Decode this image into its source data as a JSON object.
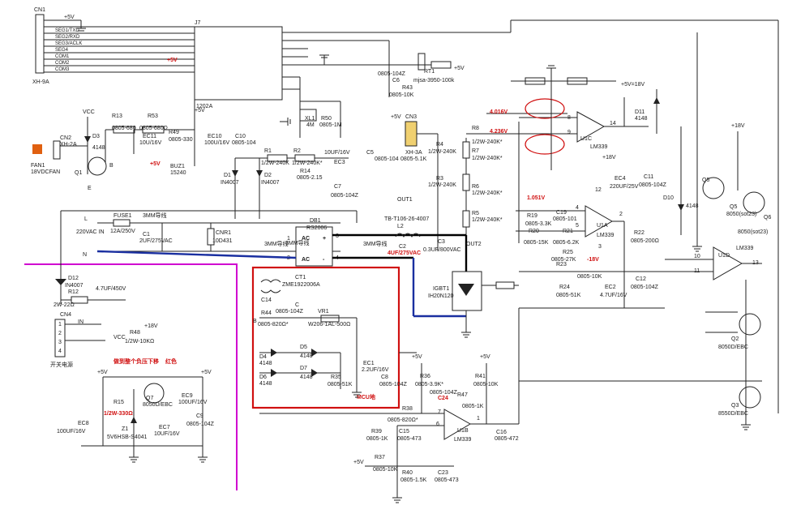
{
  "colors": {
    "wire": "#222222",
    "bus": "#1a2fa0",
    "annotation": "#d01010",
    "boundary": "#d000d0",
    "highlight_box": "#d01010"
  },
  "connectors": {
    "cn1": {
      "ref": "CN1",
      "part": "XH-9A",
      "supply": "+5V",
      "pins": [
        "SEG1/TXD",
        "SEG2/RXD",
        "SEG3/ACLK",
        "SEG4",
        "COM1",
        "COM2",
        "COM3"
      ]
    },
    "cn2": {
      "ref": "CN2",
      "part": "XH-2A"
    },
    "cn3": {
      "ref": "CN3",
      "part": "XH-3A",
      "supply": "+5V"
    },
    "cn4": {
      "ref": "CN4",
      "part": "开关电源",
      "pin_in": "IN"
    }
  },
  "chips": {
    "j7": {
      "ref": "J7",
      "part": "1202A"
    },
    "u1c": {
      "ref": "U1C",
      "part": "LM339"
    },
    "u1a": {
      "ref": "U1A",
      "part": "LM339"
    },
    "u1b": {
      "ref": "U1B",
      "part": "LM339"
    },
    "u1d": {
      "ref": "U1D",
      "part": "LM339"
    },
    "db1": {
      "ref": "DB1",
      "part": "RS2006"
    }
  },
  "labels": {
    "vcc": "VCC",
    "p5v": "+5V",
    "p18v": "+18V",
    "m18v": "-18V",
    "d3": "D3",
    "d3v": "4148",
    "q1": "Q1",
    "q1b": "B",
    "q1e": "E",
    "r13": "R13",
    "r53": "R53",
    "r13v": "0805-680",
    "r53v": "0805-680Ω",
    "r49": "R49",
    "r49v": "0805-330",
    "ec11": "EC11",
    "ec11v": "10U/16V",
    "buz1": "BUZ1",
    "buz1v": "15240",
    "ec10": "EC10",
    "ec10v": "100U/16V",
    "c10": "C10",
    "c10v": "0805-104",
    "fan1": "FAN1",
    "fan1v": "18VDCFAN",
    "d1": "D1",
    "d2": "D2",
    "in4007": "IN4007",
    "r1": "R1",
    "r2": "R2",
    "r1v": "1/2W-240K",
    "r2v": "1/2W-240K*",
    "r14": "R14",
    "r14v": "0805-2.15",
    "ec3": "EC3",
    "ec3v": "10UF/16V",
    "c7": "C7",
    "c7v": "0805-104Z",
    "xl1": "XL1",
    "xl1v": "4M",
    "r50": "R50",
    "r50v": "0805-1M",
    "c6": "C6",
    "c6v": "0805-104Z",
    "r43": "R43",
    "r43v": "0805-10K",
    "rt1": "RT1",
    "rt1v": "mjsa-3950-100k",
    "c5": "C5",
    "c5v": "0805-104",
    "r52v": "0805-5.1K",
    "r4": "R4",
    "r3": "R3",
    "r6": "R6",
    "r7": "R7",
    "r5": "R5",
    "r8": "R8",
    "r240k": "1/2W-240K",
    "r240ks": "1/2W-240K*",
    "v4016": "4.016V",
    "v4236": "4.236V",
    "v1051": "1.051V",
    "d11": "D11",
    "d11v": "4148",
    "c11": "C11",
    "c11v": "0805-104Z",
    "ec4": "EC4",
    "ec4v": "220UF/25V",
    "r19": "R19",
    "r19v": "0805-3.3K",
    "c19": "C19",
    "c19v": "0805-101",
    "r20": "R20",
    "r20v": "0805-15K",
    "r21": "R21",
    "r21v": "0805-6.2K",
    "r22": "R22",
    "r22v": "0805-200Ω",
    "r25": "R25",
    "r25v": "0805-27K",
    "r23": "R23",
    "r23v": "0805-10K",
    "r24": "R24",
    "r24v": "0805-51K",
    "ec2": "EC2",
    "ec2v": "4.7UF/16V",
    "c12": "C12",
    "c12v": "0805-104Z",
    "d10": "D10",
    "d10v": "4148",
    "q5": "Q5",
    "q6": "Q6",
    "q6v": "8050(sot23)",
    "q2": "Q2",
    "q2v": "8050D/EBC",
    "q3": "Q3",
    "q3v": "8550D/EBC",
    "acL": "L",
    "acN": "N",
    "fuse1": "FUSE1",
    "fuse1v": "12A/250V",
    "c1": "C1",
    "c1v": "2UF/275VAC",
    "cnr1": "CNR1",
    "cnr1v": "10D431",
    "ac220": "220VAC IN",
    "ac": "AC",
    "db1plus": "+",
    "db1minus": "-",
    "tb": "TB-T106-26-4007",
    "out1": "OUT1",
    "out2": "OUT2",
    "l2": "L2",
    "c2": "C2",
    "c2v": "4UF/275VAC",
    "c3": "C3",
    "c3v": "0.3UF/800VAC",
    "igbt1": "IGBT1",
    "igbt1v": "IH20N120",
    "ct1": "CT1",
    "ct1v": "ZME1922006A",
    "c14": "C14",
    "r44": "R44",
    "r44v": "0805-820Ω*",
    "c14v": "0805-104Z",
    "vr1": "VR1",
    "vr1v": "W206-1AL-500Ω",
    "d4": "D4",
    "d5": "D5",
    "d6": "D6",
    "d7": "D7",
    "d4148": "4148",
    "r35": "R35",
    "r35v": "0805-51K",
    "ec1": "EC1",
    "ec1v": "2.2UF/16V",
    "c8": "C8",
    "c8v": "0805-104Z",
    "mcu": "MCU地",
    "d12": "D12",
    "d12v": "IN4007",
    "r12": "R12",
    "r12v": "2W-22Ω",
    "ec5v": "4.7UF/450V",
    "r48": "R48",
    "r48v": "1/2W-10KΩ",
    "q7": "Q7",
    "q7v": "8050D/EBC",
    "r15": "R15",
    "r15v": "1/2W-330Ω",
    "z1": "Z1",
    "z1v": "5V6HSB-S4041",
    "ec8": "EC8",
    "ec8v": "100UF/16V",
    "ec7": "EC7",
    "ec7v": "10UF/16V",
    "ec9": "EC9",
    "ec9v": "100UF/16V",
    "c9": "C9",
    "c9v": "0805-104Z",
    "r36": "R36",
    "r36v": "0805-3.9K*",
    "r41": "R41",
    "r41v": "0805-10K",
    "r47": "R47",
    "r47v": "0805-1K",
    "c24": "C24",
    "c24v": "0805-104Z",
    "r38": "R38",
    "r38v": "0805-820Ω*",
    "r39": "R39",
    "r39v": "0805-1K",
    "c15": "C15",
    "c15v": "0805-473",
    "c16": "C16",
    "c16v": "0805-472",
    "r37": "R37",
    "r37v": "0805-10K",
    "r40": "R40",
    "r40v": "0805-1.5K",
    "c23": "C23",
    "c23v": "0805-473",
    "wire3mm": "3MM导线",
    "note_red": "做到整个负压下移",
    "note_red2": "红色",
    "pin3": "3",
    "pin1": "1",
    "pin2": "2",
    "pin4": "4",
    "pin8": "8",
    "pin9": "9",
    "pin14": "14",
    "pin6": "6",
    "pin7": "7",
    "pin5": "5",
    "pin10": "10",
    "pin11": "11",
    "pin13": "13",
    "pin12": "12",
    "pinB": "B",
    "pinC": "C",
    "pinE": "E",
    "out": "OUT",
    "ic_q": "8050(sot23)"
  }
}
